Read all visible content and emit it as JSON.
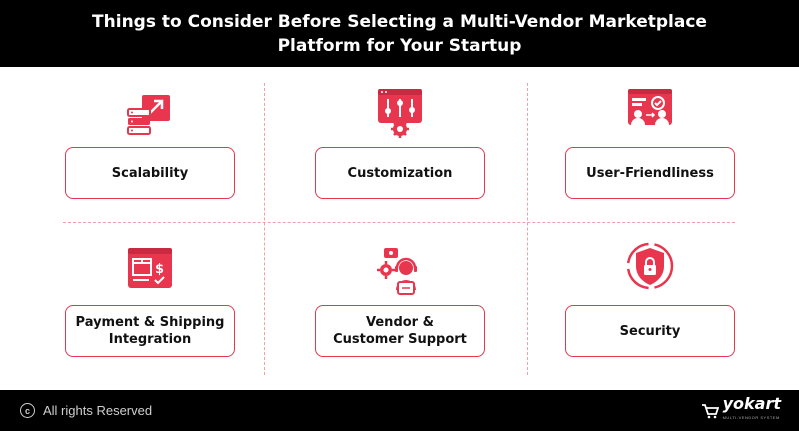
{
  "header": {
    "title": "Things to Consider Before Selecting a Multi-Vendor Marketplace Platform for Your Startup"
  },
  "colors": {
    "accent": "#e8364f",
    "dashed_divider": "#f0a0a8",
    "header_bg": "#000000",
    "footer_bg": "#000000"
  },
  "items": [
    {
      "label": "Scalability",
      "icon": "scalability-server-arrow-icon"
    },
    {
      "label": "Customization",
      "icon": "customization-sliders-gear-icon"
    },
    {
      "label": "User-Friendliness",
      "icon": "user-friendliness-screen-people-icon"
    },
    {
      "label": "Payment & Shipping\nIntegration",
      "icon": "payment-shipping-box-dollar-icon"
    },
    {
      "label": "Vendor &\nCustomer Support",
      "icon": "vendor-support-headset-icon"
    },
    {
      "label": "Security",
      "icon": "security-shield-lock-icon"
    }
  ],
  "footer": {
    "rights": "All rights Reserved",
    "copyright_symbol": "c",
    "brand": "yokart",
    "brand_sub": "MULTI-VENDOR SYSTEM"
  }
}
